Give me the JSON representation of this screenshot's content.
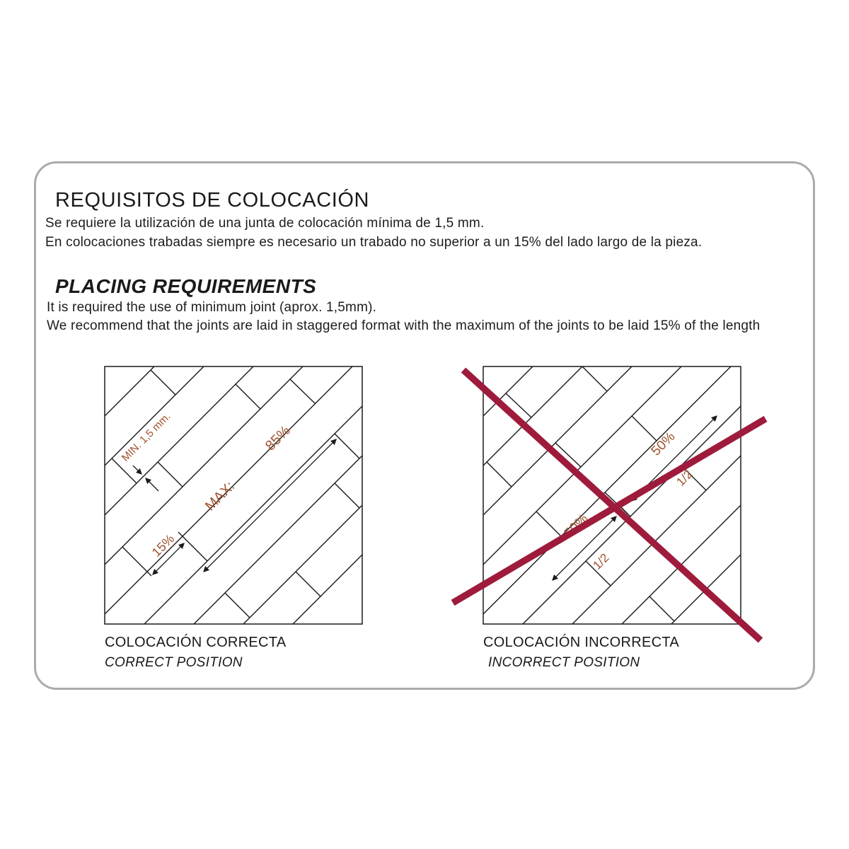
{
  "panel": {
    "title_es": "REQUISITOS DE COLOCACIÓN",
    "intro_es": [
      "Se requiere la utilización de una junta de colocación mínima de 1,5 mm.",
      "En colocaciones trabadas siempre es necesario un trabado no superior a un 15% del lado largo de la pieza."
    ],
    "title_en": "PLACING REQUIREMENTS",
    "intro_en": [
      "It is required the use of minimum joint (aprox. 1,5mm).",
      "We recommend that the joints are laid in staggered format with the maximum of the joints to be laid 15% of the length"
    ]
  },
  "diagrams": {
    "correct": {
      "caption_es": "COLOCACIÓN CORRECTA",
      "caption_en": "CORRECT POSITION",
      "min_joint_label": "MIN. 1,5 mm.",
      "max_label": "MAX:",
      "max_value": "85%",
      "stagger_value": "15%"
    },
    "incorrect": {
      "caption_es": "COLOCACIÓN INCORRECTA",
      "caption_en": "INCORRECT POSITION",
      "upper_value": "50%",
      "upper_fraction": "1/2",
      "lower_value": "50%",
      "lower_fraction": "1/2"
    }
  },
  "colors": {
    "annotation": "#a0522d",
    "cross": "#9e1b3c",
    "panel_border": "#ababab",
    "line": "#1a1a1a"
  }
}
